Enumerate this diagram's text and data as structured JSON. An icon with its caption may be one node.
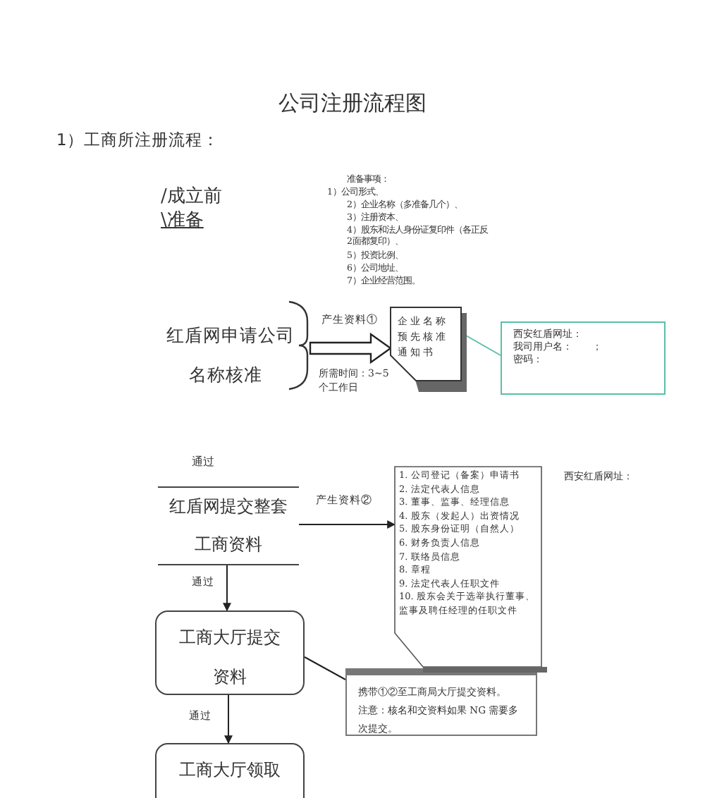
{
  "diagram": {
    "title": "公司注册流程图",
    "nodes": [
      {
        "text": [
          "红盾网申请公司",
          "名称核准"
        ]
      },
      {
        "text": [
          "企业名称预先核准通知书"
        ]
      },
      {
        "text": [
          "西安红盾网址：",
          "我司用户名：　　；",
          "密码："
        ]
      },
      {
        "text": [
          "红盾网提交整套",
          "工商资料"
        ]
      },
      {
        "text": [
          "工商大厅提交",
          "资料"
        ]
      },
      {
        "text": [
          "携带①②至工商局大厅提交资料。",
          "注意：核名和交资料如果 NG 需要多次提交。"
        ]
      },
      {
        "text": [
          "工商大厅领取"
        ]
      },
      {
        "text": [
          "1. 公司登记（备案）申请书",
          "2. 法定代表人信息",
          "3. 董事、监事、经理信息",
          "4. 股东（发起人）出资情况",
          "5. 股东身份证明（自然人）",
          "6. 财务负责人信息",
          "7. 联络员信息",
          "8. 章程",
          "9. 法定代表人任职文件",
          "10. 股东会关于选举执行董事、监事及聘任经理的任职文件"
        ]
      }
    ],
    "edges": [
      {
        "from": 0,
        "to": 1,
        "arrow": "to",
        "label": "产生资料①",
        "style": "thick"
      },
      {
        "from": 1,
        "to": 2,
        "arrow": "none",
        "color": "#5bbfa8"
      },
      {
        "from": 3,
        "to": 7,
        "arrow": "to",
        "label": "产生资料②"
      },
      {
        "from": 3,
        "to": 4,
        "arrow": "to",
        "label": "通过"
      },
      {
        "from": 4,
        "to": 5,
        "arrow": "none"
      },
      {
        "from": 4,
        "to": 6,
        "arrow": "to",
        "label": "通过"
      }
    ],
    "labels": [
      "1）工商所注册流程：",
      "/成立前",
      "\\准备",
      "准备事项：",
      "1）公司形式、",
      "2）企业名称（多准备几个）、",
      "3）注册资本、",
      "4）股东和法人身份证复印件（各正反2面都复印）、",
      "5）投资比例、",
      "6）公司地址、",
      "7）企业经营范围。",
      "所需时间：3~5个工作日",
      "通过",
      "西安红盾网址："
    ]
  }
}
